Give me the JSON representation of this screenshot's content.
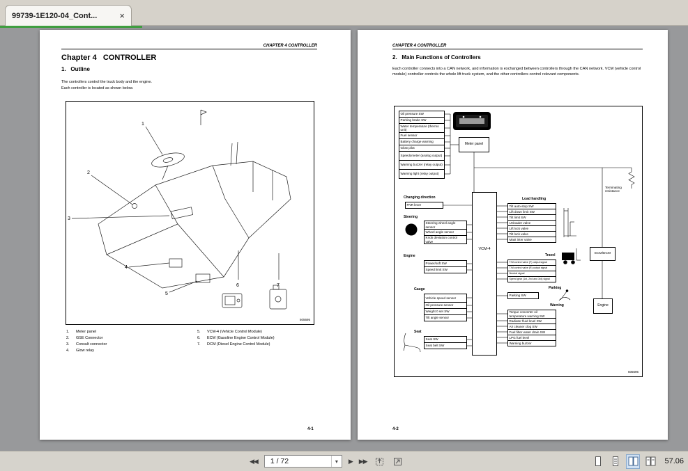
{
  "window": {
    "tab_title": "99739-1E120-04_Cont..."
  },
  "icons": {
    "close": "×",
    "first_page": "◀◀",
    "next_page": "▶",
    "last_page": "▶▶",
    "dropdown": "▾"
  },
  "toolbar": {
    "page_field": "1 / 72",
    "zoom_value": "57.06"
  },
  "colors": {
    "accent_green": "#3f9e3f",
    "canvas_bg": "#98999b"
  },
  "left_page": {
    "running_header": "CHAPTER 4 CONTROLLER",
    "chapter_title": "Chapter 4   CONTROLLER",
    "section_title": "1.   Outline",
    "body_lines": [
      "The controllers control the truck body and the engine.",
      "Each controller is located as shown below."
    ],
    "callouts": [
      "1",
      "2",
      "3",
      "4",
      "5",
      "6",
      "7"
    ],
    "figure_code": "505695",
    "legend_left": [
      [
        "1.",
        "Meter panel"
      ],
      [
        "2.",
        "GSE Connector"
      ],
      [
        "3.",
        "Consult connector"
      ],
      [
        "4.",
        "Glow relay"
      ]
    ],
    "legend_right": [
      [
        "5.",
        "VCM-4 (Vehicle Control Module)"
      ],
      [
        "6.",
        "ECM (Gasoline Engine Control Module)"
      ],
      [
        "7.",
        "DCM (Diesel Engine Control Module)"
      ]
    ],
    "page_number": "4-1"
  },
  "right_page": {
    "running_header": "CHAPTER 4 CONTROLLER",
    "section_title": "2.   Main Functions of Controllers",
    "body": "Each controller connects into a CAN network, and information is exchanged between controllers through the CAN network. VCM (vehicle control module) controller controls the whole lift truck system, and the other controllers control relevant components.",
    "figure_code": "505696",
    "page_number": "4-2",
    "diagram": {
      "meter_signals": [
        "Oil pressure SW",
        "Parking brake SW",
        "Water temperature (thermo unit)",
        "Fuel sensor",
        "Battery charge warning",
        "Glow pilot",
        "Speedometer (analog output)",
        "Warning buzzer (relay output)",
        "Warning light (relay output)"
      ],
      "meter_panel": "Meter panel",
      "vcm": "VCM-4",
      "ecm": "ECM/DCM",
      "engine_box": "Engine",
      "terminating": "Terminating resistance",
      "groups": {
        "changing_direction": {
          "label": "Changing direction",
          "items": [
            "FNR lever"
          ]
        },
        "steering": {
          "label": "Steering",
          "items": [
            "Steering wheel angle sensor",
            "Wheel angle sensor",
            "Knob deviation control valve"
          ]
        },
        "engine": {
          "label": "Engine",
          "items": [
            "Power/soft SW",
            "Speed limit SW"
          ]
        },
        "gauge": {
          "label": "Gauge",
          "items": [
            "Vehicle speed sensor",
            "Oil pressure sensor",
            "Weight 0 set SW",
            "Tilt angle sensor"
          ]
        },
        "seat": {
          "label": "Seat",
          "items": [
            "Seat SW",
            "Seat belt SW"
          ]
        },
        "load_handling": {
          "label": "Load handling",
          "items": [
            "Tilt auto-stop SW",
            "Lift down limit SW",
            "Tilt limit SW",
            "Unloader valve",
            "Lift lock valve",
            "Tilt lock valve",
            "Mast inter valve"
          ]
        },
        "travel": {
          "label": "Travel",
          "items": [
            "T/M control valve (F) output signal",
            "T/M control valve (R) output signal",
            "Neutral signal",
            "Speed gear (1st, 2nd and 3rd) signal"
          ]
        },
        "parking": {
          "label": "Parking",
          "items": [
            "Parking SW"
          ]
        },
        "warning": {
          "label": "Warning",
          "items": [
            "Torque converter oil temperature warning SW",
            "Radiator fluid level SW",
            "Air cleaner clog SW",
            "Fuel filter water drain SW",
            "LPG fuel level",
            "Warning buzzer"
          ]
        }
      }
    }
  }
}
